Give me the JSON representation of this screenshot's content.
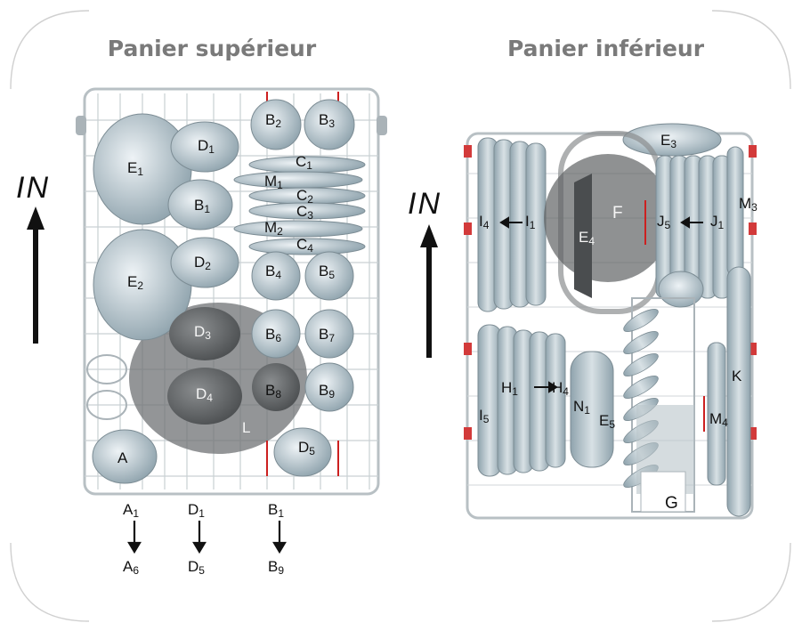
{
  "titles": {
    "upper": "Panier supérieur",
    "lower": "Panier inférieur"
  },
  "in_label": "IN",
  "upper_labels": {
    "E1": [
      "E",
      "1"
    ],
    "E2": [
      "E",
      "2"
    ],
    "D1": [
      "D",
      "1"
    ],
    "D2": [
      "D",
      "2"
    ],
    "D3": [
      "D",
      "3"
    ],
    "D4": [
      "D",
      "4"
    ],
    "D5": [
      "D",
      "5"
    ],
    "B1": [
      "B",
      "1"
    ],
    "B2": [
      "B",
      "2"
    ],
    "B3": [
      "B",
      "3"
    ],
    "B4": [
      "B",
      "4"
    ],
    "B5": [
      "B",
      "5"
    ],
    "B6": [
      "B",
      "6"
    ],
    "B7": [
      "B",
      "7"
    ],
    "B8": [
      "B",
      "8"
    ],
    "B9": [
      "B",
      "9"
    ],
    "C1": [
      "C",
      "1"
    ],
    "C2": [
      "C",
      "2"
    ],
    "C3": [
      "C",
      "3"
    ],
    "C4": [
      "C",
      "4"
    ],
    "M1": [
      "M",
      "1"
    ],
    "M2": [
      "M",
      "2"
    ],
    "L": [
      "L",
      ""
    ],
    "A": [
      "A",
      ""
    ]
  },
  "legend": {
    "a_from": [
      "A",
      "1"
    ],
    "a_to": [
      "A",
      "6"
    ],
    "d_from": [
      "D",
      "1"
    ],
    "d_to": [
      "D",
      "5"
    ],
    "b_from": [
      "B",
      "1"
    ],
    "b_to": [
      "B",
      "9"
    ]
  },
  "lower_labels": {
    "E3": [
      "E",
      "3"
    ],
    "E4": [
      "E",
      "4"
    ],
    "E5": [
      "E",
      "5"
    ],
    "F": [
      "F",
      ""
    ],
    "I4": [
      "I",
      "4"
    ],
    "I1": [
      "I",
      "1"
    ],
    "I5": [
      "I",
      "5"
    ],
    "J5": [
      "J",
      "5"
    ],
    "J1": [
      "J",
      "1"
    ],
    "M3": [
      "M",
      "3"
    ],
    "M4": [
      "M",
      "4"
    ],
    "H1": [
      "H",
      "1"
    ],
    "H4": [
      "H",
      "4"
    ],
    "N1": [
      "N",
      "1"
    ],
    "K": [
      "K",
      ""
    ],
    "G": [
      "G",
      ""
    ]
  }
}
